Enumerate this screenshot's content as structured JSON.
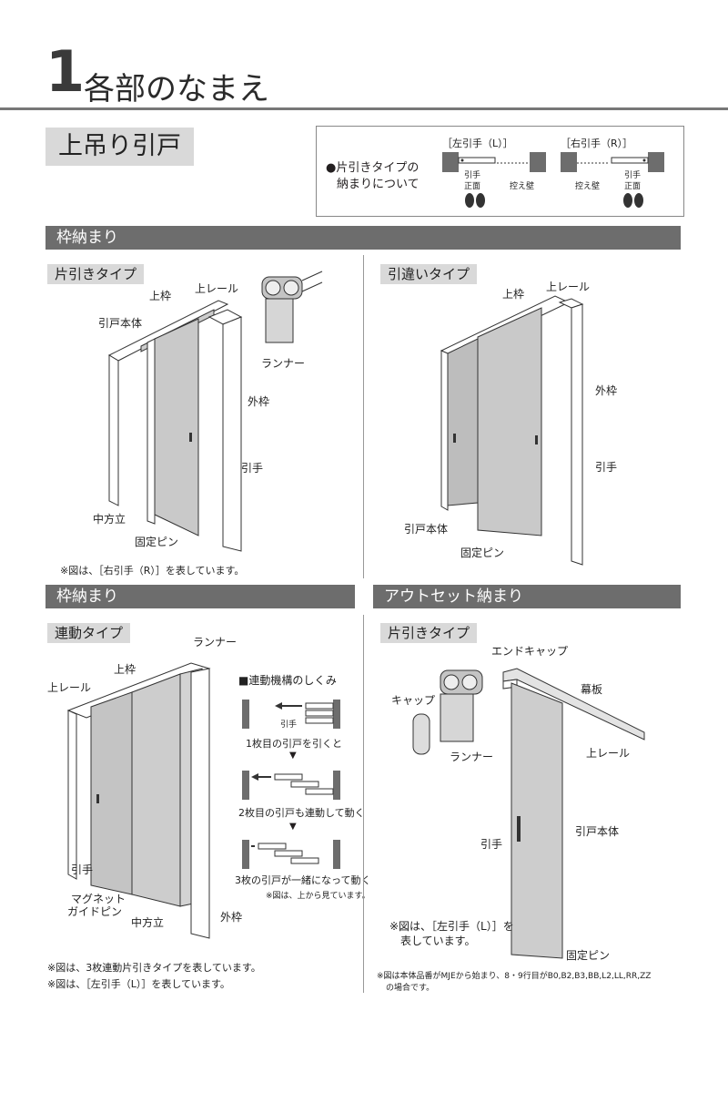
{
  "header": {
    "number": "1",
    "title": "各部のなまえ"
  },
  "subtitle": "上吊り引戸",
  "legend": {
    "left_heading": "［左引手（L）］",
    "right_heading": "［右引手（R）］",
    "bullet_line1": "●片引きタイプの",
    "bullet_line2": "納まりについて",
    "left_handle": "引手",
    "left_front": "正面",
    "left_wall": "控え壁",
    "right_wall": "控え壁",
    "right_handle": "引手",
    "right_front": "正面"
  },
  "section1": {
    "band": "枠納まり",
    "left": {
      "tag": "片引きタイプ",
      "labels": {
        "top_frame": "上枠",
        "top_rail": "上レール",
        "door_body": "引戸本体",
        "runner": "ランナー",
        "outer_frame": "外枠",
        "handle": "引手",
        "center_post": "中方立",
        "fixed_pin": "固定ピン"
      },
      "note": "※図は、［右引手（R）］を表しています。"
    },
    "right": {
      "tag": "引違いタイプ",
      "labels": {
        "top_frame": "上枠",
        "top_rail": "上レール",
        "outer_frame": "外枠",
        "handle": "引手",
        "door_body": "引戸本体",
        "fixed_pin": "固定ピン"
      }
    }
  },
  "section2": {
    "left": {
      "band": "枠納まり",
      "tag": "連動タイプ",
      "labels": {
        "runner": "ランナー",
        "top_frame": "上枠",
        "top_rail": "上レール",
        "handle": "引手",
        "magnet_guide_1": "マグネット",
        "magnet_guide_2": "ガイドピン",
        "center_post": "中方立",
        "outer_frame": "外枠"
      },
      "mechanism": {
        "heading": "■連動機構のしくみ",
        "step1_handle": "引手",
        "step1": "1枚目の引戸を引くと",
        "step2": "2枚目の引戸も連動して動く",
        "step3": "3枚の引戸が一緒になって動く",
        "view_note": "※図は、上から見ています。"
      },
      "note1": "※図は、3枚連動片引きタイプを表しています。",
      "note2": "※図は、［左引手（L）］を表しています。"
    },
    "right": {
      "band": "アウトセット納まり",
      "tag": "片引きタイプ",
      "labels": {
        "end_cap": "エンドキャップ",
        "cap": "キャップ",
        "valance": "幕板",
        "runner": "ランナー",
        "top_rail": "上レール",
        "handle": "引手",
        "door_body": "引戸本体",
        "fixed_pin": "固定ピン"
      },
      "note_line1": "※図は、［左引手（L）］を",
      "note_line2": "表しています。",
      "footnote1": "※図は本体品番がMJEから始まり、8・9行目がB0,B2,B3,BB,L2,LL,RR,ZZ",
      "footnote2": "の場合です。"
    }
  }
}
